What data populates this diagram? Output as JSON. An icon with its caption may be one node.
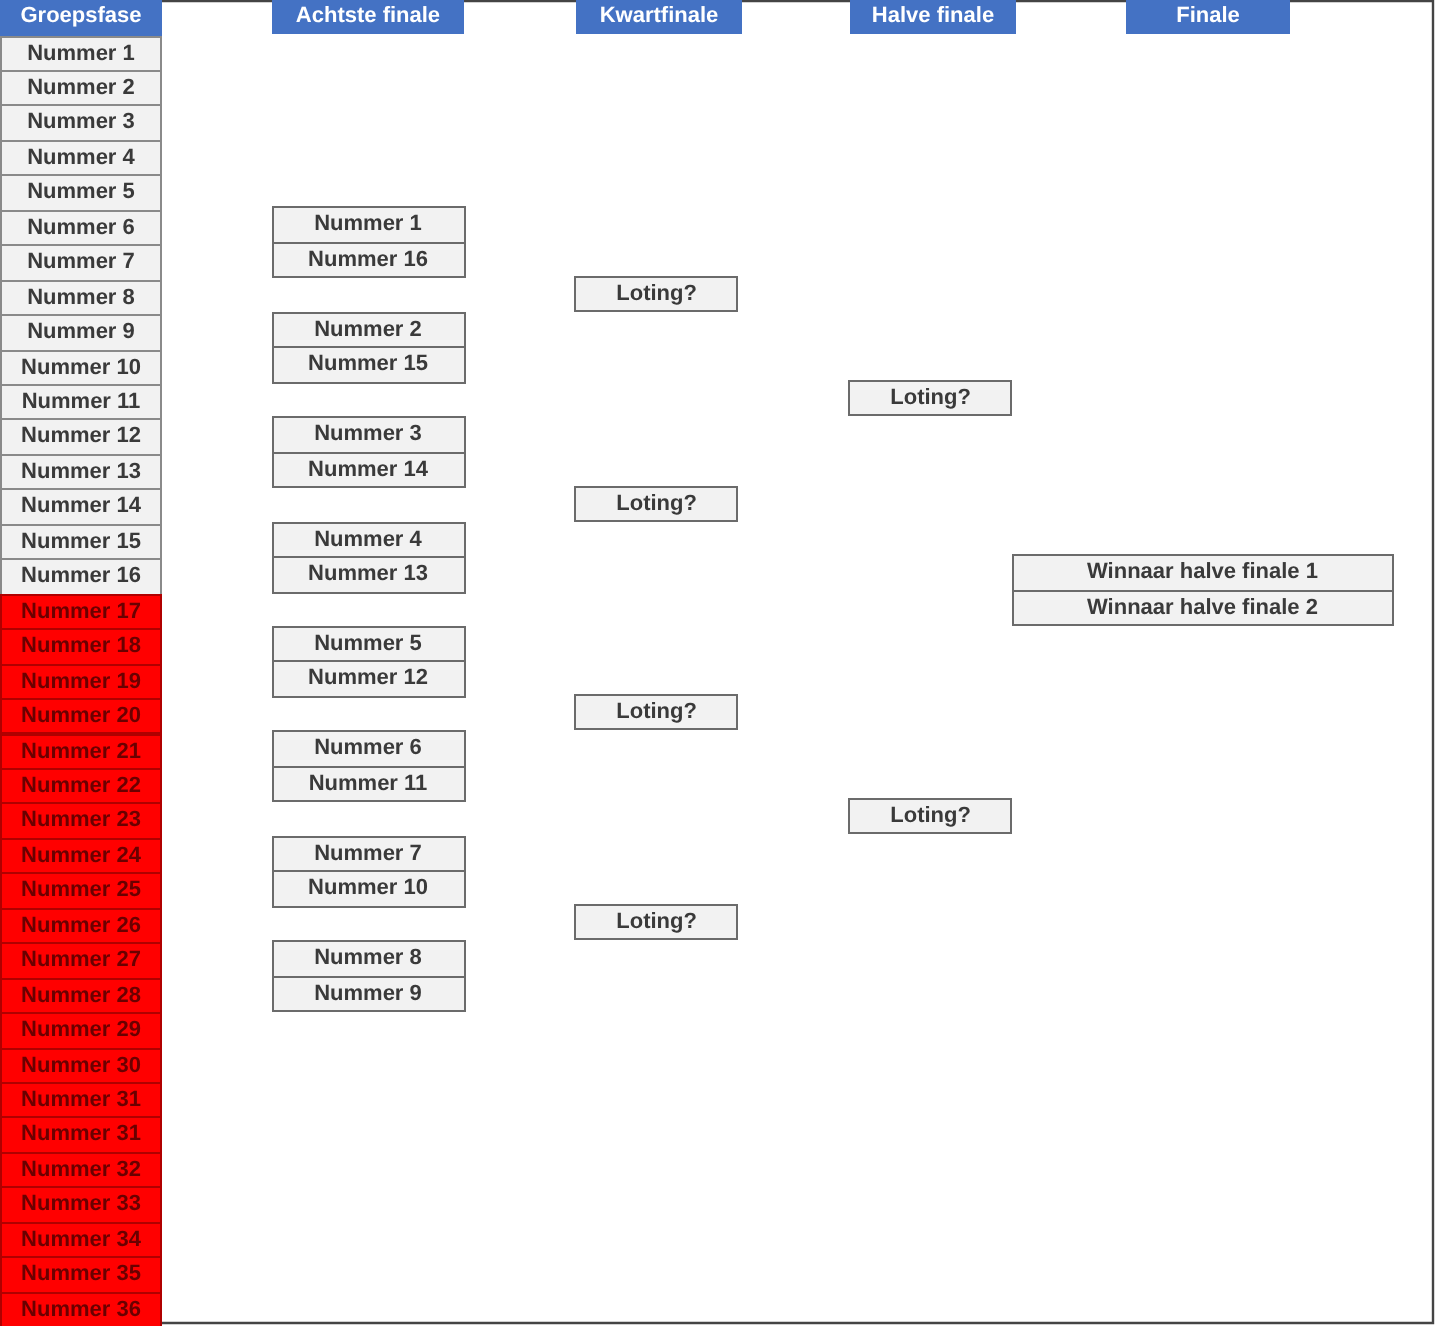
{
  "diagram": {
    "nodes": [
      {
        "text": [
          "Groepsfase"
        ]
      },
      {
        "text": [
          "Nummer 1"
        ]
      },
      {
        "text": [
          "Nummer 2"
        ]
      },
      {
        "text": [
          "Nummer 3"
        ]
      },
      {
        "text": [
          "Nummer 4"
        ]
      },
      {
        "text": [
          "Nummer 5"
        ]
      },
      {
        "text": [
          "Nummer 6"
        ]
      },
      {
        "text": [
          "Nummer 7"
        ]
      },
      {
        "text": [
          "Nummer 8"
        ]
      },
      {
        "text": [
          "Nummer 9"
        ]
      },
      {
        "text": [
          "Nummer 10"
        ]
      },
      {
        "text": [
          "Nummer 11"
        ]
      },
      {
        "text": [
          "Nummer 12"
        ]
      },
      {
        "text": [
          "Nummer 13"
        ]
      },
      {
        "text": [
          "Nummer 14"
        ]
      },
      {
        "text": [
          "Nummer 15"
        ]
      },
      {
        "text": [
          "Nummer 16"
        ]
      },
      {
        "text": [
          "Nummer 17"
        ]
      },
      {
        "text": [
          "Nummer 18"
        ]
      },
      {
        "text": [
          "Nummer 19"
        ]
      },
      {
        "text": [
          "Nummer 20"
        ]
      },
      {
        "text": [
          "Nummer 21"
        ]
      },
      {
        "text": [
          "Nummer 22"
        ]
      },
      {
        "text": [
          "Nummer 23"
        ]
      },
      {
        "text": [
          "Nummer 24"
        ]
      },
      {
        "text": [
          "Nummer 25"
        ]
      },
      {
        "text": [
          "Nummer 26"
        ]
      },
      {
        "text": [
          "Nummer 27"
        ]
      },
      {
        "text": [
          "Nummer 28"
        ]
      },
      {
        "text": [
          "Nummer 29"
        ]
      },
      {
        "text": [
          "Nummer 30"
        ]
      },
      {
        "text": [
          "Nummer 31"
        ]
      },
      {
        "text": [
          "Nummer 31"
        ]
      },
      {
        "text": [
          "Nummer 32"
        ]
      },
      {
        "text": [
          "Nummer 33"
        ]
      },
      {
        "text": [
          "Nummer 34"
        ]
      },
      {
        "text": [
          "Nummer 35"
        ]
      },
      {
        "text": [
          "Nummer 36"
        ]
      },
      {
        "text": [
          "Achtste finale"
        ]
      },
      {
        "text": [
          "Nummer 1"
        ]
      },
      {
        "text": [
          "Nummer 16"
        ]
      },
      {
        "text": [
          "Nummer 2"
        ]
      },
      {
        "text": [
          "Nummer 15"
        ]
      },
      {
        "text": [
          "Nummer 3"
        ]
      },
      {
        "text": [
          "Nummer 14"
        ]
      },
      {
        "text": [
          "Nummer 4"
        ]
      },
      {
        "text": [
          "Nummer 13"
        ]
      },
      {
        "text": [
          "Nummer 5"
        ]
      },
      {
        "text": [
          "Nummer 12"
        ]
      },
      {
        "text": [
          "Nummer 6"
        ]
      },
      {
        "text": [
          "Nummer 11"
        ]
      },
      {
        "text": [
          "Nummer 7"
        ]
      },
      {
        "text": [
          "Nummer 10"
        ]
      },
      {
        "text": [
          "Nummer 8"
        ]
      },
      {
        "text": [
          "Nummer 9"
        ]
      },
      {
        "text": [
          "Kwartfinale"
        ]
      },
      {
        "text": [
          "Loting?"
        ]
      },
      {
        "text": [
          "Loting?"
        ]
      },
      {
        "text": [
          "Loting?"
        ]
      },
      {
        "text": [
          "Loting?"
        ]
      },
      {
        "text": [
          "Halve finale"
        ]
      },
      {
        "text": [
          "Loting?"
        ]
      },
      {
        "text": [
          "Loting?"
        ]
      },
      {
        "text": [
          "Finale"
        ]
      },
      {
        "text": [
          "Winnaar halve finale 1"
        ]
      },
      {
        "text": [
          "Winnaar halve finale 2"
        ]
      }
    ]
  }
}
